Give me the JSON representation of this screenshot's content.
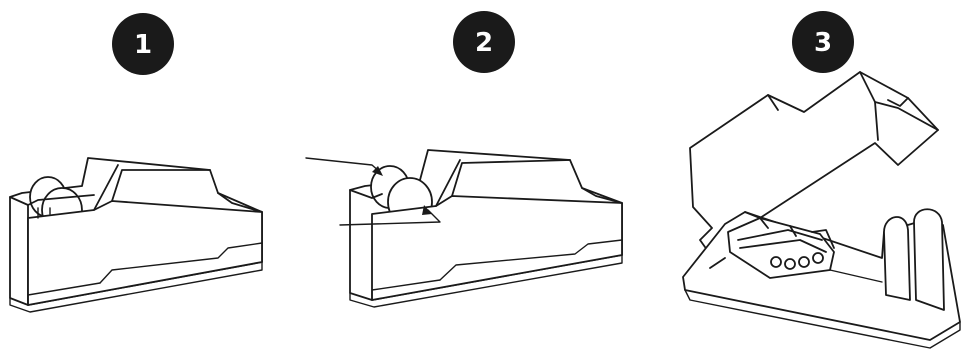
{
  "steps": [
    {
      "number": "1"
    },
    {
      "number": "2"
    },
    {
      "number": "3"
    }
  ],
  "colors": {
    "badge": "#1a1a1a",
    "badge_text": "#ffffff",
    "line": "#1a1a1a",
    "background": "#ffffff"
  }
}
